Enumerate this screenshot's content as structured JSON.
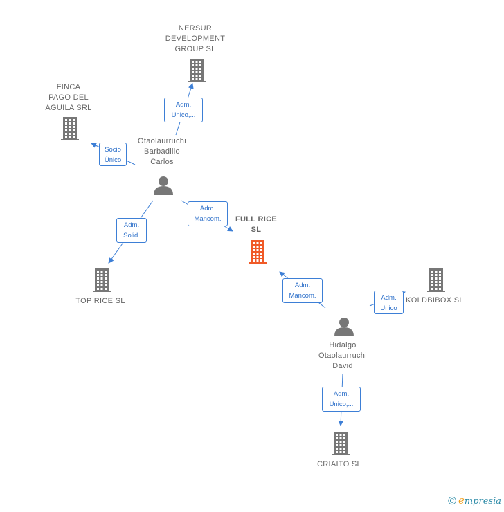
{
  "colors": {
    "edge": "#3d7fd6",
    "node_gray": "#777777",
    "node_focus": "#f05a28"
  },
  "nodes": [
    {
      "id": "nersur",
      "kind": "company",
      "label": "NERSUR\nDEVELOPMENT\nGROUP  SL"
    },
    {
      "id": "finca",
      "kind": "company",
      "label": "FINCA\nPAGO DEL\nAGUILA SRL"
    },
    {
      "id": "carlos",
      "kind": "person",
      "label": "Otaolaurruchi\nBarbadillo\nCarlos"
    },
    {
      "id": "fullrice",
      "kind": "company",
      "label": "FULL RICE\nSL",
      "focus": true
    },
    {
      "id": "toprice",
      "kind": "company",
      "label": "TOP RICE  SL"
    },
    {
      "id": "koldbibox",
      "kind": "company",
      "label": "KOLDBIBOX SL"
    },
    {
      "id": "david",
      "kind": "person",
      "label": "Hidalgo\nOtaolaurruchi\nDavid"
    },
    {
      "id": "criaito",
      "kind": "company",
      "label": "CRIAITO  SL"
    }
  ],
  "edges": [
    {
      "from": "carlos",
      "to": "nersur",
      "label": "Adm.\nUnico,..."
    },
    {
      "from": "carlos",
      "to": "finca",
      "label": "Socio\nÚnico"
    },
    {
      "from": "carlos",
      "to": "fullrice",
      "label": "Adm.\nMancom."
    },
    {
      "from": "carlos",
      "to": "toprice",
      "label": "Adm.\nSolid."
    },
    {
      "from": "david",
      "to": "fullrice",
      "label": "Adm.\nMancom."
    },
    {
      "from": "david",
      "to": "koldbibox",
      "label": "Adm.\nUnico"
    },
    {
      "from": "david",
      "to": "criaito",
      "label": "Adm.\nUnico,..."
    }
  ],
  "brand": {
    "copyright": "©",
    "name_first": "e",
    "name_rest": "mpresia"
  }
}
